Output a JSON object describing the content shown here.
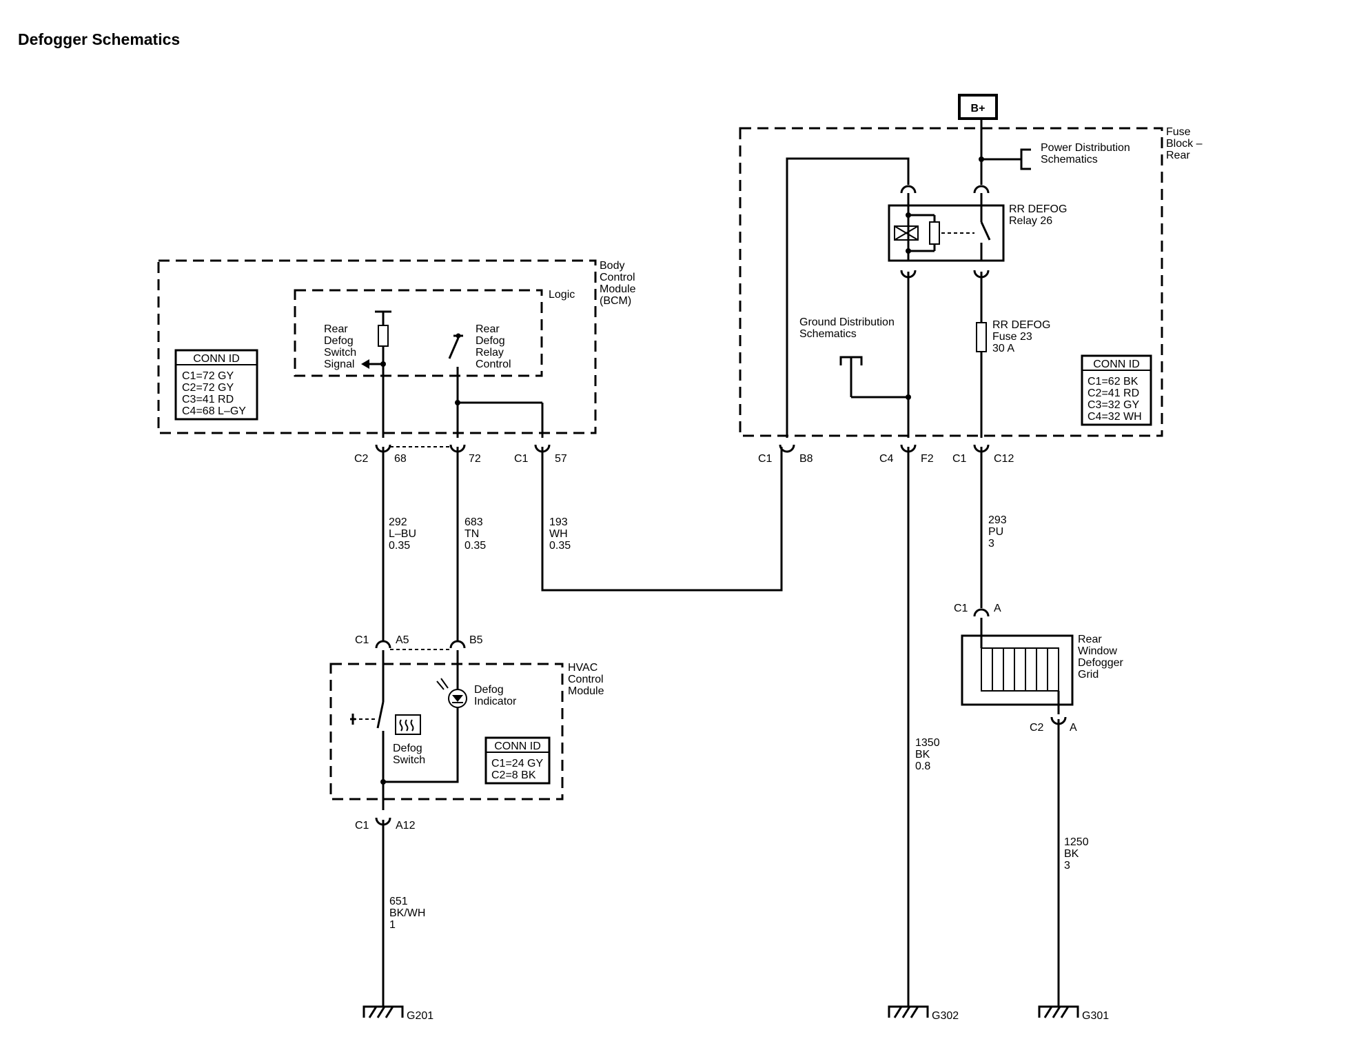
{
  "title": "Defogger Schematics",
  "battery": "B+",
  "modules": {
    "bcm": {
      "name": [
        "Body",
        "Control",
        "Module",
        "(BCM)"
      ],
      "logic": "Logic"
    },
    "fuse_block": {
      "name": [
        "Fuse",
        "Block –",
        "Rear"
      ]
    },
    "hvac": {
      "name": [
        "HVAC",
        "Control",
        "Module"
      ]
    }
  },
  "conn_ids": {
    "bcm": {
      "header": "CONN ID",
      "lines": [
        "C1=72 GY",
        "C2=72 GY",
        "C3=41 RD",
        "C4=68 L–GY"
      ]
    },
    "fuse": {
      "header": "CONN ID",
      "lines": [
        "C1=62 BK",
        "C2=41 RD",
        "C3=32 GY",
        "C4=32 WH"
      ]
    },
    "hvac": {
      "header": "CONN ID",
      "lines": [
        "C1=24 GY",
        "C2=8 BK"
      ]
    }
  },
  "components": {
    "rear_defog_switch_signal": [
      "Rear",
      "Defog",
      "Switch",
      "Signal"
    ],
    "rear_defog_relay_control": [
      "Rear",
      "Defog",
      "Relay",
      "Control"
    ],
    "power_distribution": [
      "Power Distribution",
      "Schematics"
    ],
    "rr_defog_relay": [
      "RR DEFOG",
      "Relay 26"
    ],
    "ground_distribution": [
      "Ground Distribution",
      "Schematics"
    ],
    "rr_defog_fuse": [
      "RR DEFOG",
      "Fuse 23",
      "30 A"
    ],
    "defog_indicator": [
      "Defog",
      "Indicator"
    ],
    "defog_switch": [
      "Defog",
      "Switch"
    ],
    "rear_window_defogger_grid": [
      "Rear",
      "Window",
      "Defogger",
      "Grid"
    ]
  },
  "connectors": {
    "bcm_c2": "C2",
    "bcm_68": "68",
    "bcm_72": "72",
    "bcm_c1": "C1",
    "bcm_57": "57",
    "fb_c1_b": "C1",
    "fb_b8": "B8",
    "fb_c4": "C4",
    "fb_f2": "F2",
    "fb_c1_c": "C1",
    "fb_c12": "C12",
    "hv_c1_top": "C1",
    "hv_a5": "A5",
    "hv_b5": "B5",
    "hv_c1_bot": "C1",
    "hv_a12": "A12",
    "grid_c1": "C1",
    "grid_a1": "A",
    "grid_c2": "C2",
    "grid_a2": "A"
  },
  "wires": {
    "w292": [
      "292",
      "L–BU",
      "0.35"
    ],
    "w683": [
      "683",
      "TN",
      "0.35"
    ],
    "w193": [
      "193",
      "WH",
      "0.35"
    ],
    "w293": [
      "293",
      "PU",
      "3"
    ],
    "w651": [
      "651",
      "BK/WH",
      "1"
    ],
    "w1350": [
      "1350",
      "BK",
      "0.8"
    ],
    "w1250": [
      "1250",
      "BK",
      "3"
    ]
  },
  "grounds": {
    "g201": "G201",
    "g302": "G302",
    "g301": "G301"
  }
}
